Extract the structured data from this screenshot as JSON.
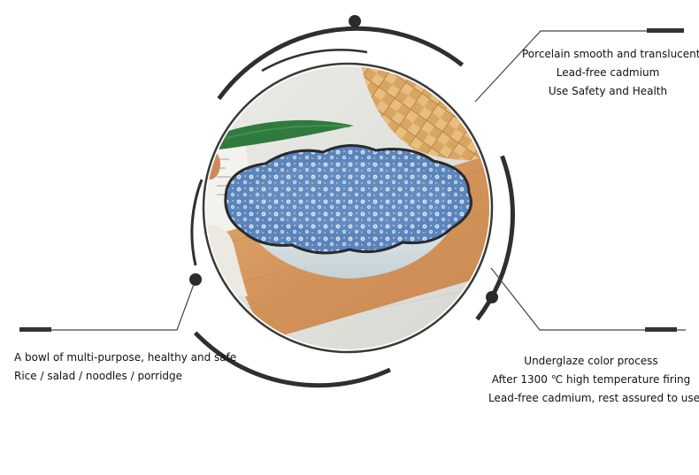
{
  "callouts": {
    "top_right": {
      "lines": [
        "Porcelain smooth and translucent",
        "Lead-free cadmium",
        "Use Safety and Health"
      ]
    },
    "left": {
      "lines": [
        "A bowl of multi-purpose, healthy and safe",
        "Rice / salad / noodles / porridge"
      ]
    },
    "bottom_right": {
      "lines": [
        "Underglaze color process",
        "After 1300 ℃ high temperature firing",
        "Lead-free cadmium, rest assured to use"
      ]
    }
  },
  "colors": {
    "ring_stroke": "#2f2f2f",
    "callout_line": "#444444",
    "bowl_glaze_blue": "#5b86bd",
    "bowl_glaze_light": "#dbe8f3",
    "wood_board": "#d79a5e",
    "basket": "#d8a464",
    "leaf_green": "#2f7a3c",
    "tablecloth": "#d3d5d2"
  },
  "icons": {
    "product_image": "porcelain-bowl-photo"
  }
}
